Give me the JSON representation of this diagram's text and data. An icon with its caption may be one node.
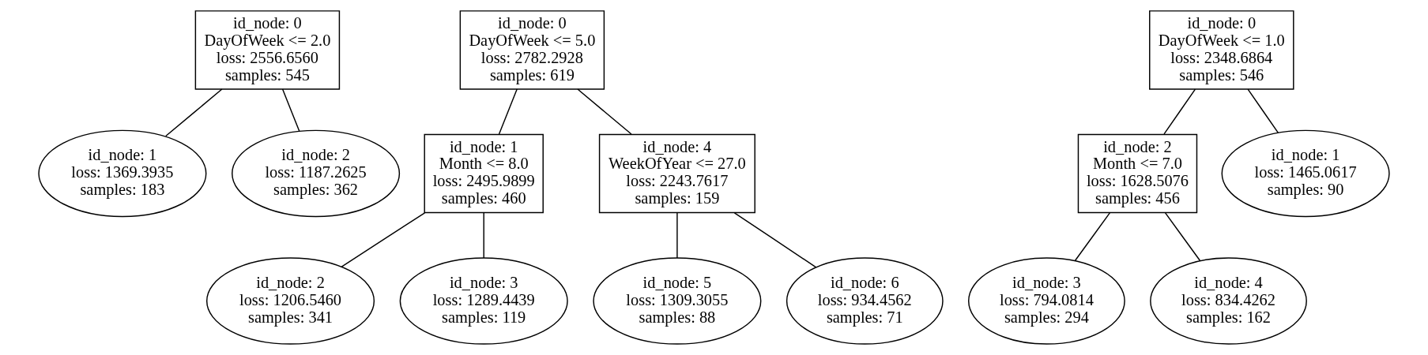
{
  "diagram": {
    "nodes": [
      {
        "text": [
          "id_node: 0",
          "DayOfWeek <= 2.0",
          "loss: 2556.6560",
          "samples: 545"
        ]
      },
      {
        "text": [
          "id_node: 1",
          "loss: 1369.3935",
          "samples: 183"
        ]
      },
      {
        "text": [
          "id_node: 2",
          "loss: 1187.2625",
          "samples: 362"
        ]
      },
      {
        "text": [
          "id_node: 0",
          "DayOfWeek <= 5.0",
          "loss: 2782.2928",
          "samples: 619"
        ]
      },
      {
        "text": [
          "id_node: 1",
          "Month <= 8.0",
          "loss: 2495.9899",
          "samples: 460"
        ]
      },
      {
        "text": [
          "id_node: 4",
          "WeekOfYear <= 27.0",
          "loss: 2243.7617",
          "samples: 159"
        ]
      },
      {
        "text": [
          "id_node: 2",
          "loss: 1206.5460",
          "samples: 341"
        ]
      },
      {
        "text": [
          "id_node: 3",
          "loss: 1289.4439",
          "samples: 119"
        ]
      },
      {
        "text": [
          "id_node: 5",
          "loss: 1309.3055",
          "samples: 88"
        ]
      },
      {
        "text": [
          "id_node: 6",
          "loss: 934.4562",
          "samples: 71"
        ]
      },
      {
        "text": [
          "id_node: 0",
          "DayOfWeek <= 1.0",
          "loss: 2348.6864",
          "samples: 546"
        ]
      },
      {
        "text": [
          "id_node: 2",
          "Month <= 7.0",
          "loss: 1628.5076",
          "samples: 456"
        ]
      },
      {
        "text": [
          "id_node: 1",
          "loss: 1465.0617",
          "samples: 90"
        ]
      },
      {
        "text": [
          "id_node: 3",
          "loss: 794.0814",
          "samples: 294"
        ]
      },
      {
        "text": [
          "id_node: 4",
          "loss: 834.4262",
          "samples: 162"
        ]
      }
    ],
    "edges": [
      {
        "from": 0,
        "to": 1,
        "arrow": "none"
      },
      {
        "from": 0,
        "to": 2,
        "arrow": "none"
      },
      {
        "from": 3,
        "to": 4,
        "arrow": "none"
      },
      {
        "from": 3,
        "to": 5,
        "arrow": "none"
      },
      {
        "from": 4,
        "to": 6,
        "arrow": "none"
      },
      {
        "from": 4,
        "to": 7,
        "arrow": "none"
      },
      {
        "from": 5,
        "to": 8,
        "arrow": "none"
      },
      {
        "from": 5,
        "to": 9,
        "arrow": "none"
      },
      {
        "from": 10,
        "to": 11,
        "arrow": "none"
      },
      {
        "from": 10,
        "to": 12,
        "arrow": "none"
      },
      {
        "from": 11,
        "to": 13,
        "arrow": "none"
      },
      {
        "from": 11,
        "to": 14,
        "arrow": "none"
      }
    ]
  }
}
